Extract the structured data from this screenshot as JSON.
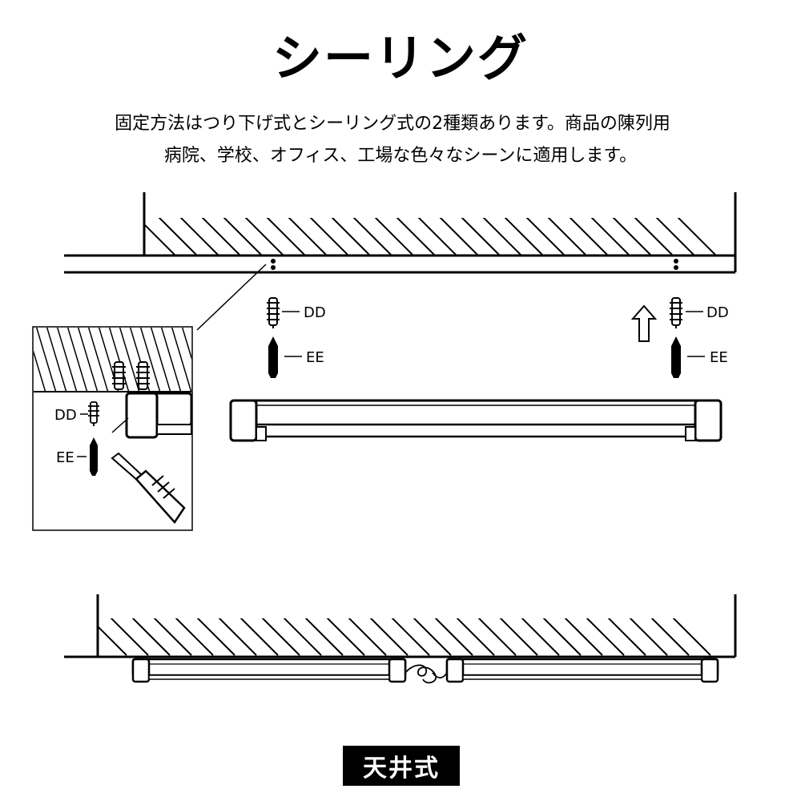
{
  "title": "シーリング",
  "description": {
    "line1": "固定方法はつり下げ式とシーリング式の2種類あります。商品の陳列用",
    "line2": "病院、学校、オフィス、工場な色々なシーンに適用します。"
  },
  "labels": {
    "dd_right_1": "DD",
    "ee_right_1": "EE",
    "dd_right_2": "DD",
    "ee_right_2": "EE",
    "dd_inset": "DD",
    "ee_inset": "EE"
  },
  "footer": {
    "badge": "天井式"
  },
  "colors": {
    "ink": "#000000",
    "paper": "#ffffff"
  }
}
